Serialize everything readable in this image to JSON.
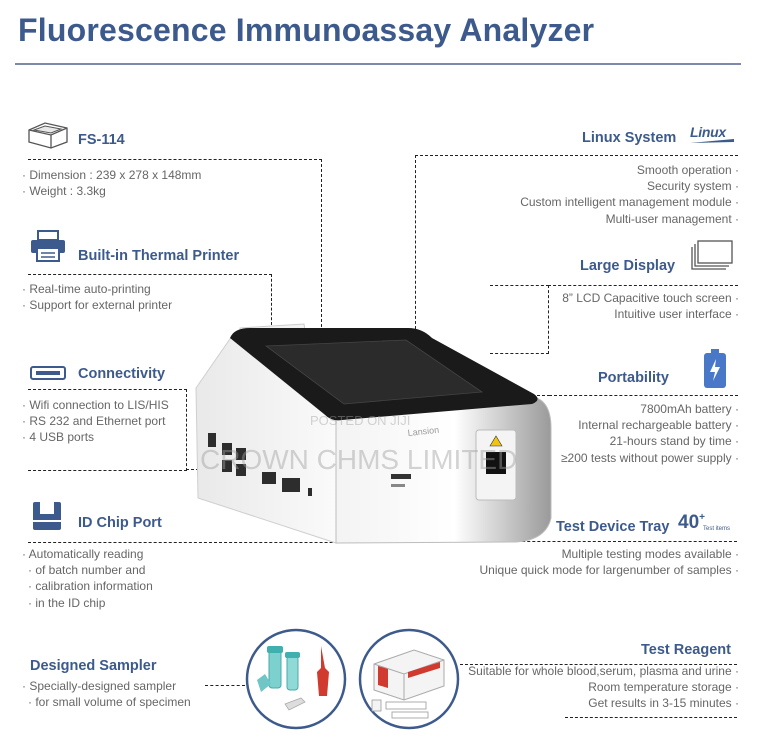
{
  "title": "Fluorescence Immunoassay Analyzer",
  "features_left": [
    {
      "title": "FS-114",
      "icon": "analyzer-icon",
      "items": [
        "Dimension :  239 x 278 x  148mm",
        "Weight : 3.3kg"
      ]
    },
    {
      "title": "Built-in Thermal Printer",
      "icon": "printer-icon",
      "items": [
        "Real-time auto-printing",
        "Support for external printer"
      ]
    },
    {
      "title": "Connectivity",
      "icon": "connectivity-icon",
      "items": [
        "Wifi connection to LIS/HIS",
        "RS 232 and Ethernet port",
        "4 USB ports"
      ]
    },
    {
      "title": "ID Chip Port",
      "icon": "id-chip-icon",
      "items": [
        "Automatically reading",
        "of batch number and",
        "calibration information",
        "in the ID chip"
      ]
    },
    {
      "title": "Designed Sampler",
      "icon": "",
      "items": [
        "Specially-designed sampler",
        "for small volume of specimen"
      ]
    }
  ],
  "features_right": [
    {
      "title": "Linux System",
      "badge": "Linux",
      "icon": "linux-logo-icon",
      "items": [
        "Smooth operation",
        "Security system",
        "Custom intelligent management module",
        "Multi-user management"
      ]
    },
    {
      "title": "Large Display",
      "icon": "display-icon",
      "items": [
        "8” LCD Capacitive touch screen",
        "Intuitive user interface"
      ]
    },
    {
      "title": "Portability",
      "icon": "battery-icon",
      "items": [
        "7800mAh battery",
        "Internal rechargeable battery",
        "21-hours stand by time",
        "≥200 tests without power supply"
      ]
    },
    {
      "title": "Test Device Tray",
      "badge_number": "40",
      "badge_sup": "+",
      "badge_sub": "Test items",
      "icon": "",
      "items": [
        "Multiple testing modes available",
        "Unique quick mode for largenumber of samples"
      ]
    },
    {
      "title": "Test Reagent",
      "icon": "",
      "items": [
        "Suitable for whole blood,serum, plasma and urine",
        "Room temperature storage",
        "Get results in 3-15 minutes"
      ]
    }
  ],
  "device": {
    "screen_label": "Lansion"
  },
  "watermark": {
    "line1": "POSTED ON JIJI",
    "line2": "CROWN CHMS LIMITED"
  },
  "colors": {
    "title": "#3d5a8c",
    "text": "#666666",
    "accent": "#3d5a8c",
    "battery": "#4a78c9",
    "teal": "#2fa3a3"
  }
}
